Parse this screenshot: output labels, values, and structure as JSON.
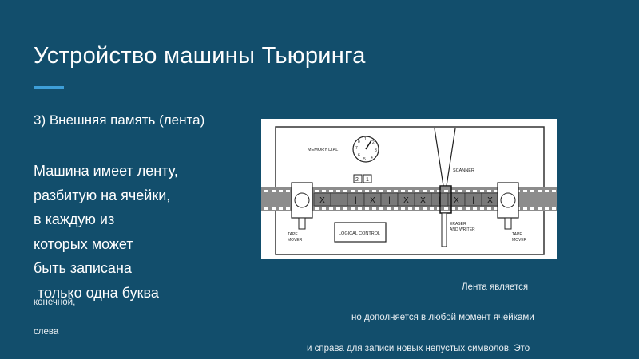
{
  "slide": {
    "title": "Устройство машины Тьюринга",
    "subtitle": "3) Внешняя память (лента)",
    "body_lines": [
      "Машина имеет ленту,",
      "разбитую на ячейки,",
      "в каждую из",
      "которых может",
      "быть записана",
      " только одна буква"
    ],
    "notes": {
      "tape_is": "Лента является",
      "finite": "конечной,",
      "but_extends": "но дополняется в любой момент ячейками",
      "left": "слева",
      "and_right": "и справа для записи новых непустых символов. Это"
    },
    "accent_color": "#3e9fd8",
    "background_color": "#124e6c"
  },
  "diagram": {
    "memory_dial_label": "MEMORY DIAL",
    "dial_digits": [
      "1",
      "2",
      "3",
      "4",
      "5",
      "6",
      "7",
      "8"
    ],
    "selector_digits": [
      "2",
      "1"
    ],
    "scanner_label": "SCANNER",
    "tape_mover_left": [
      "TAPE",
      "MOVER"
    ],
    "tape_mover_right": [
      "TAPE",
      "MOVER"
    ],
    "logical_control_label": "LOGICAL CONTROL",
    "eraser_writer_label": [
      "ERASER",
      "AND WRITER"
    ],
    "tape_symbols": [
      "X",
      "|",
      "|",
      "X",
      "|",
      "X",
      "X",
      "|",
      "X",
      "|",
      "X"
    ]
  }
}
